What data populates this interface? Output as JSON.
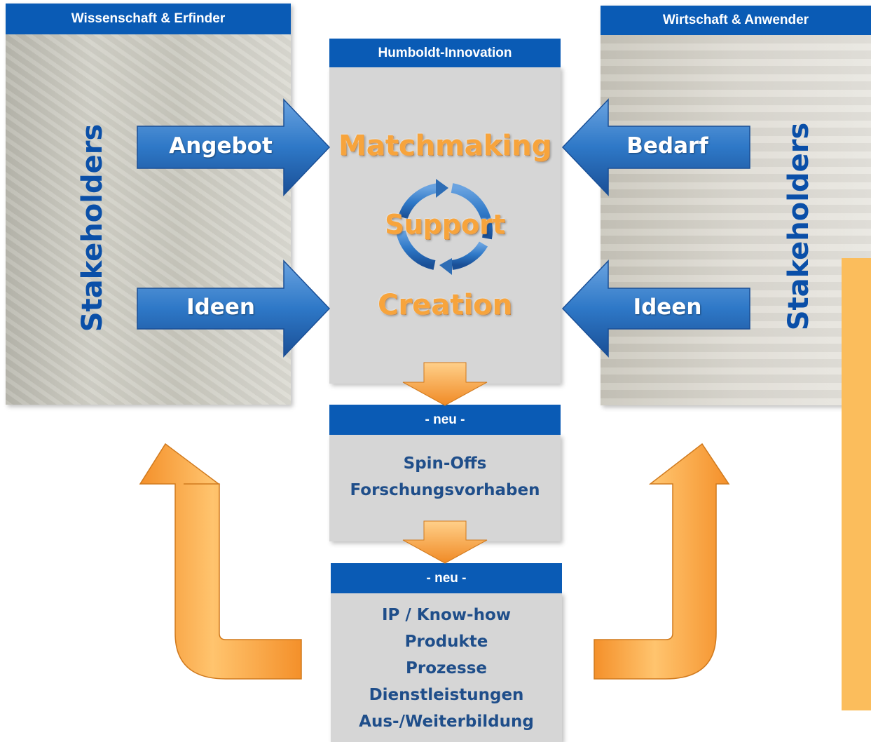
{
  "left_panel": {
    "header": "Wissenschaft & Erfinder",
    "stakeholders": "Stakeholders"
  },
  "right_panel": {
    "header": "Wirtschaft & Anwender",
    "stakeholders": "Stakeholders"
  },
  "center": {
    "header": "Humboldt-Innovation",
    "words": [
      "Matchmaking",
      "Support",
      "Creation"
    ]
  },
  "arrows": {
    "left_top": "Angebot",
    "left_bottom": "Ideen",
    "right_top": "Bedarf",
    "right_bottom": "Ideen"
  },
  "box1": {
    "header": "- neu -",
    "items": [
      "Spin-Offs",
      "Forschungsvorhaben"
    ]
  },
  "box2": {
    "header": "- neu -",
    "items": [
      "IP / Know-how",
      "Produkte",
      "Prozesse",
      "Dienstleistungen",
      "Aus-/Weiterbildung"
    ]
  },
  "colors": {
    "blue_header": "#0a5bb5",
    "text_blue": "#1f4e8a",
    "orange": "#f7a43c",
    "arrow_blue": "#2e78c7"
  }
}
